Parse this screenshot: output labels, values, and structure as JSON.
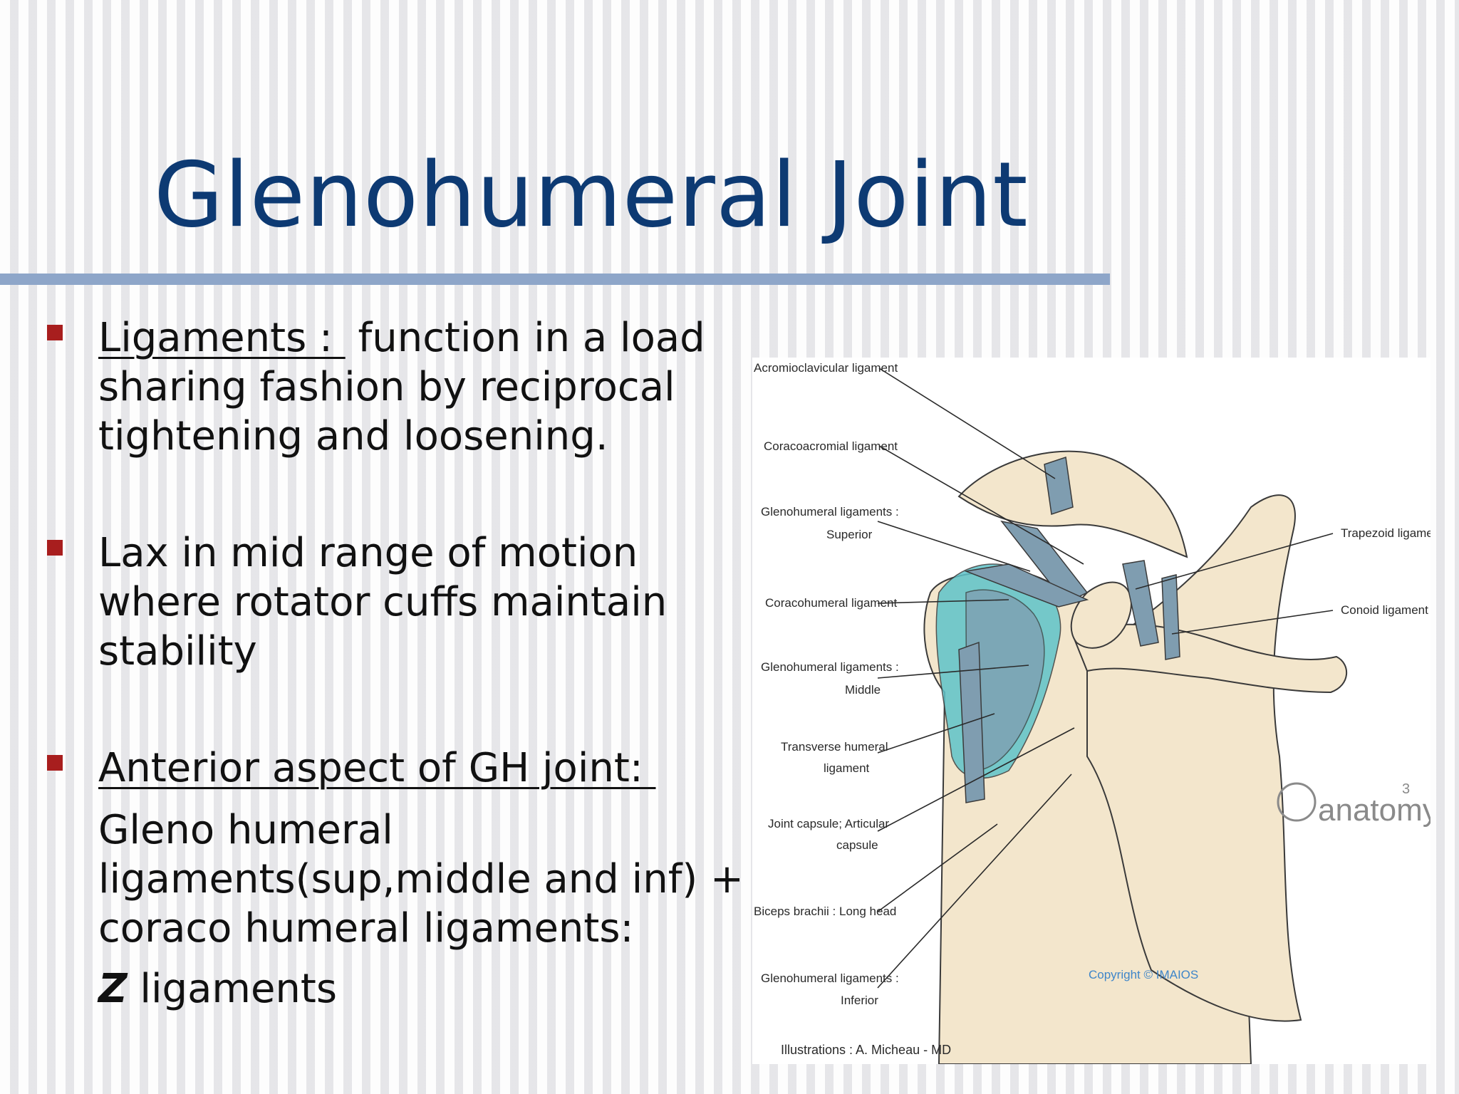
{
  "slide": {
    "title": "Glenohumeral Joint"
  },
  "bullets": [
    {
      "underlined_lead": "Ligaments : ",
      "text": " function in a load sharing fashion by reciprocal tightening and loosening."
    },
    {
      "text": "Lax in mid range of motion where rotator cuffs maintain stability"
    },
    {
      "underlined_lead": "Anterior aspect of GH joint: ",
      "sub_text": "Gleno humeral ligaments(sup,middle and inf) + coraco humeral ligaments:",
      "z_letter": "Z",
      "z_text": " ligaments"
    }
  ],
  "figure": {
    "labels_left": [
      "Acromioclavicular ligament",
      "Coracoacromial ligament",
      "Glenohumeral ligaments :",
      "Superior",
      "Coracohumeral ligament",
      "Glenohumeral ligaments :",
      "Middle",
      "Transverse humeral",
      "ligament",
      "Joint capsule; Articular",
      "capsule",
      "Biceps brachii : Long head",
      "Glenohumeral ligaments :",
      "Inferior"
    ],
    "labels_right": [
      "Trapezoid ligament",
      "Conoid ligament"
    ],
    "logo_text": "anatomy",
    "logo_sup": "3",
    "copyright": "Copyright © IMAIOS",
    "credit": "Illustrations : A. Micheau - MD",
    "colors": {
      "bone": "#f3e6cc",
      "ligament": "#7f9db0",
      "capsule": "#5fc3c9",
      "outline": "#3a3a3a"
    }
  }
}
